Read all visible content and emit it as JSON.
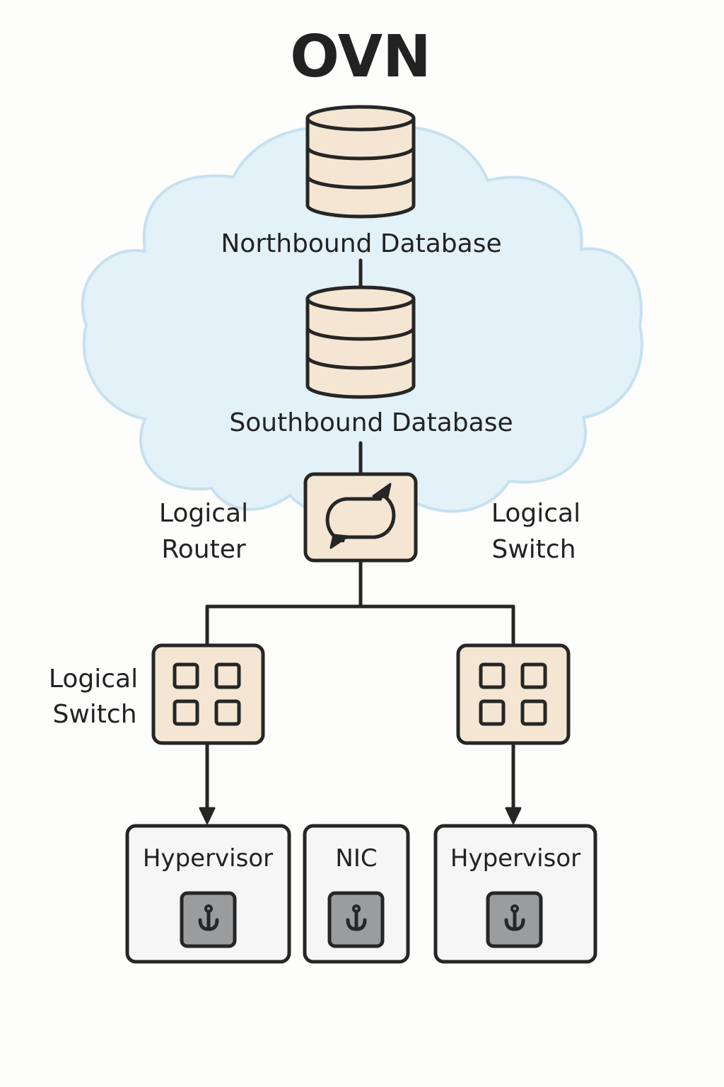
{
  "title": "OVN",
  "cloud": {
    "northbound_label": "Northbound Database",
    "southbound_label": "Southbound Database"
  },
  "router_node": {
    "left_label_line1": "Logical",
    "left_label_line2": "Router",
    "right_label_line1": "Logical",
    "right_label_line2": "Switch",
    "icon": "sync-arrows-icon"
  },
  "switch_nodes": {
    "left_label_line1": "Logical",
    "left_label_line2": "Switch",
    "icon": "grid-icon"
  },
  "hosts": [
    {
      "label": "Hypervisor",
      "icon": "anchor-icon"
    },
    {
      "label": "NIC",
      "icon": "anchor-icon"
    },
    {
      "label": "Hypervisor",
      "icon": "anchor-icon"
    }
  ],
  "colors": {
    "cloud_fill": "#e3f1f9",
    "cloud_stroke": "#c6e1f0",
    "node_fill": "#f5e6d3",
    "line": "#262626",
    "chip_fill": "#9a9c9d"
  }
}
